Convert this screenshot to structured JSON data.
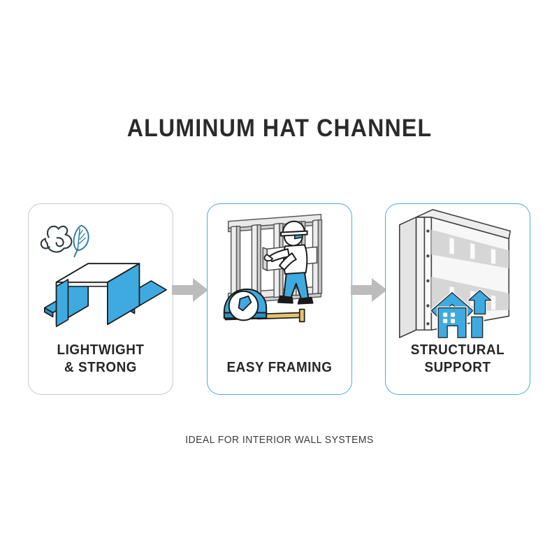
{
  "title": "ALUMINUM HAT CHANNEL",
  "footer_caption": "IDEAL FOR INTERIOR WALL SYSTEMS",
  "cards": [
    {
      "label": "LIGHTWIGHT\n& STRONG",
      "border_color": "#c9c9c9",
      "art_name": "hat-channel-profile-illustration",
      "icons": [
        "flexed-bicep-icon",
        "feather-icon"
      ]
    },
    {
      "label": "EASY FRAMING",
      "border_color": "#4aaee0",
      "art_name": "worker-framing-wall-illustration",
      "icons": [
        "tape-measure-icon",
        "construction-worker-icon"
      ]
    },
    {
      "label": "STRUCTURAL\nSUPPORT",
      "border_color": "#4aaee0",
      "art_name": "wall-panel-illustration",
      "icons": [
        "house-icon",
        "up-arrow-icon"
      ]
    }
  ],
  "arrows": [
    {
      "name": "flow-arrow-1",
      "direction": "right"
    },
    {
      "name": "flow-arrow-2",
      "direction": "right"
    }
  ],
  "colors": {
    "brand_blue": "#3faadf",
    "brand_blue_dark": "#2f8fc4",
    "border_blue": "#4aaee0",
    "border_gray": "#c9c9c9",
    "arrow_gray": "#bcbcbc",
    "text_dark": "#262626",
    "panel_gray": "#d9d9d9"
  }
}
